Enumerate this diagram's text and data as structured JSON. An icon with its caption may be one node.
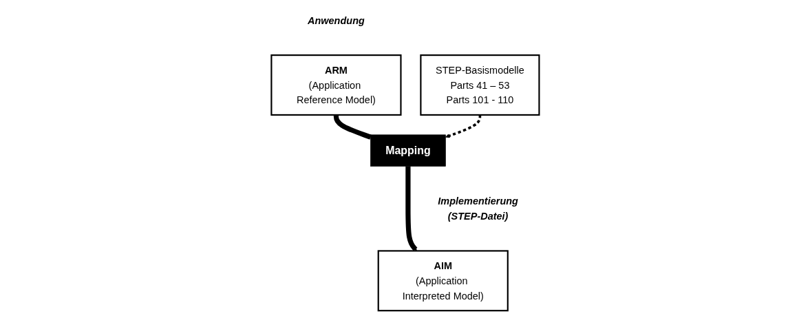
{
  "diagram": {
    "nodes": [
      {
        "text": [
          "ARM",
          "(Application Reference Model)"
        ],
        "beside": [
          "Anwendung"
        ]
      },
      {
        "text": [
          "Mapping"
        ]
      },
      {
        "text": [
          "AIM",
          "(Application Interpreted Model)"
        ],
        "beside": [
          "Implementierung",
          "(STEP-Datei)"
        ]
      },
      {
        "text": [
          "STEP-Basismodelle",
          "Parts 41 – 53",
          "Parts 101 - 110"
        ]
      }
    ],
    "edges": [
      {
        "from": 0,
        "to": 1,
        "arrow": "none"
      },
      {
        "from": 1,
        "to": 2,
        "arrow": "to"
      },
      {
        "from": 3,
        "to": 1,
        "arrow": "to",
        "style": "dashed"
      }
    ]
  }
}
